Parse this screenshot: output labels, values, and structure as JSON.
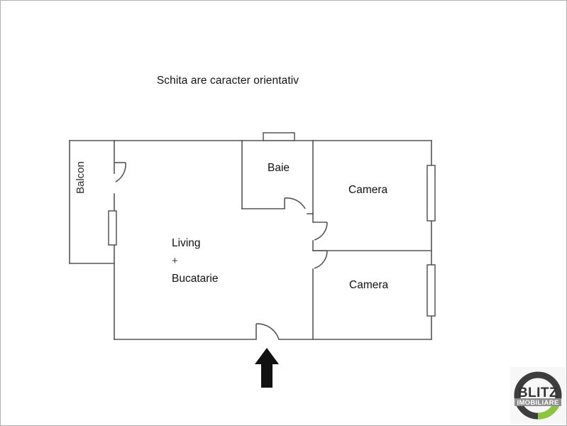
{
  "plan": {
    "title": "Schita are caracter orientativ",
    "rooms": [
      {
        "name": "balcon",
        "label": "Balcon"
      },
      {
        "name": "living",
        "label": "Living"
      },
      {
        "name": "plus",
        "label": "+"
      },
      {
        "name": "bucatarie",
        "label": "Bucatarie"
      },
      {
        "name": "baie",
        "label": "Baie"
      },
      {
        "name": "camera_top",
        "label": "Camera"
      },
      {
        "name": "camera_bottom",
        "label": "Camera"
      }
    ],
    "features": {
      "entrance_arrow": "entrance-arrow",
      "doors": 5,
      "windows": 4
    },
    "colors": {
      "wall": "#555555",
      "background": "#ffffff",
      "text": "#111111",
      "arrow": "#111111"
    }
  },
  "logo": {
    "brand": "BLITZ",
    "subtitle": "IMOBILIARE",
    "ring_color": "#3d3d3d",
    "accent_color": "#8cc63e",
    "band_color": "#8f8f8f",
    "text_color": "#333333"
  }
}
